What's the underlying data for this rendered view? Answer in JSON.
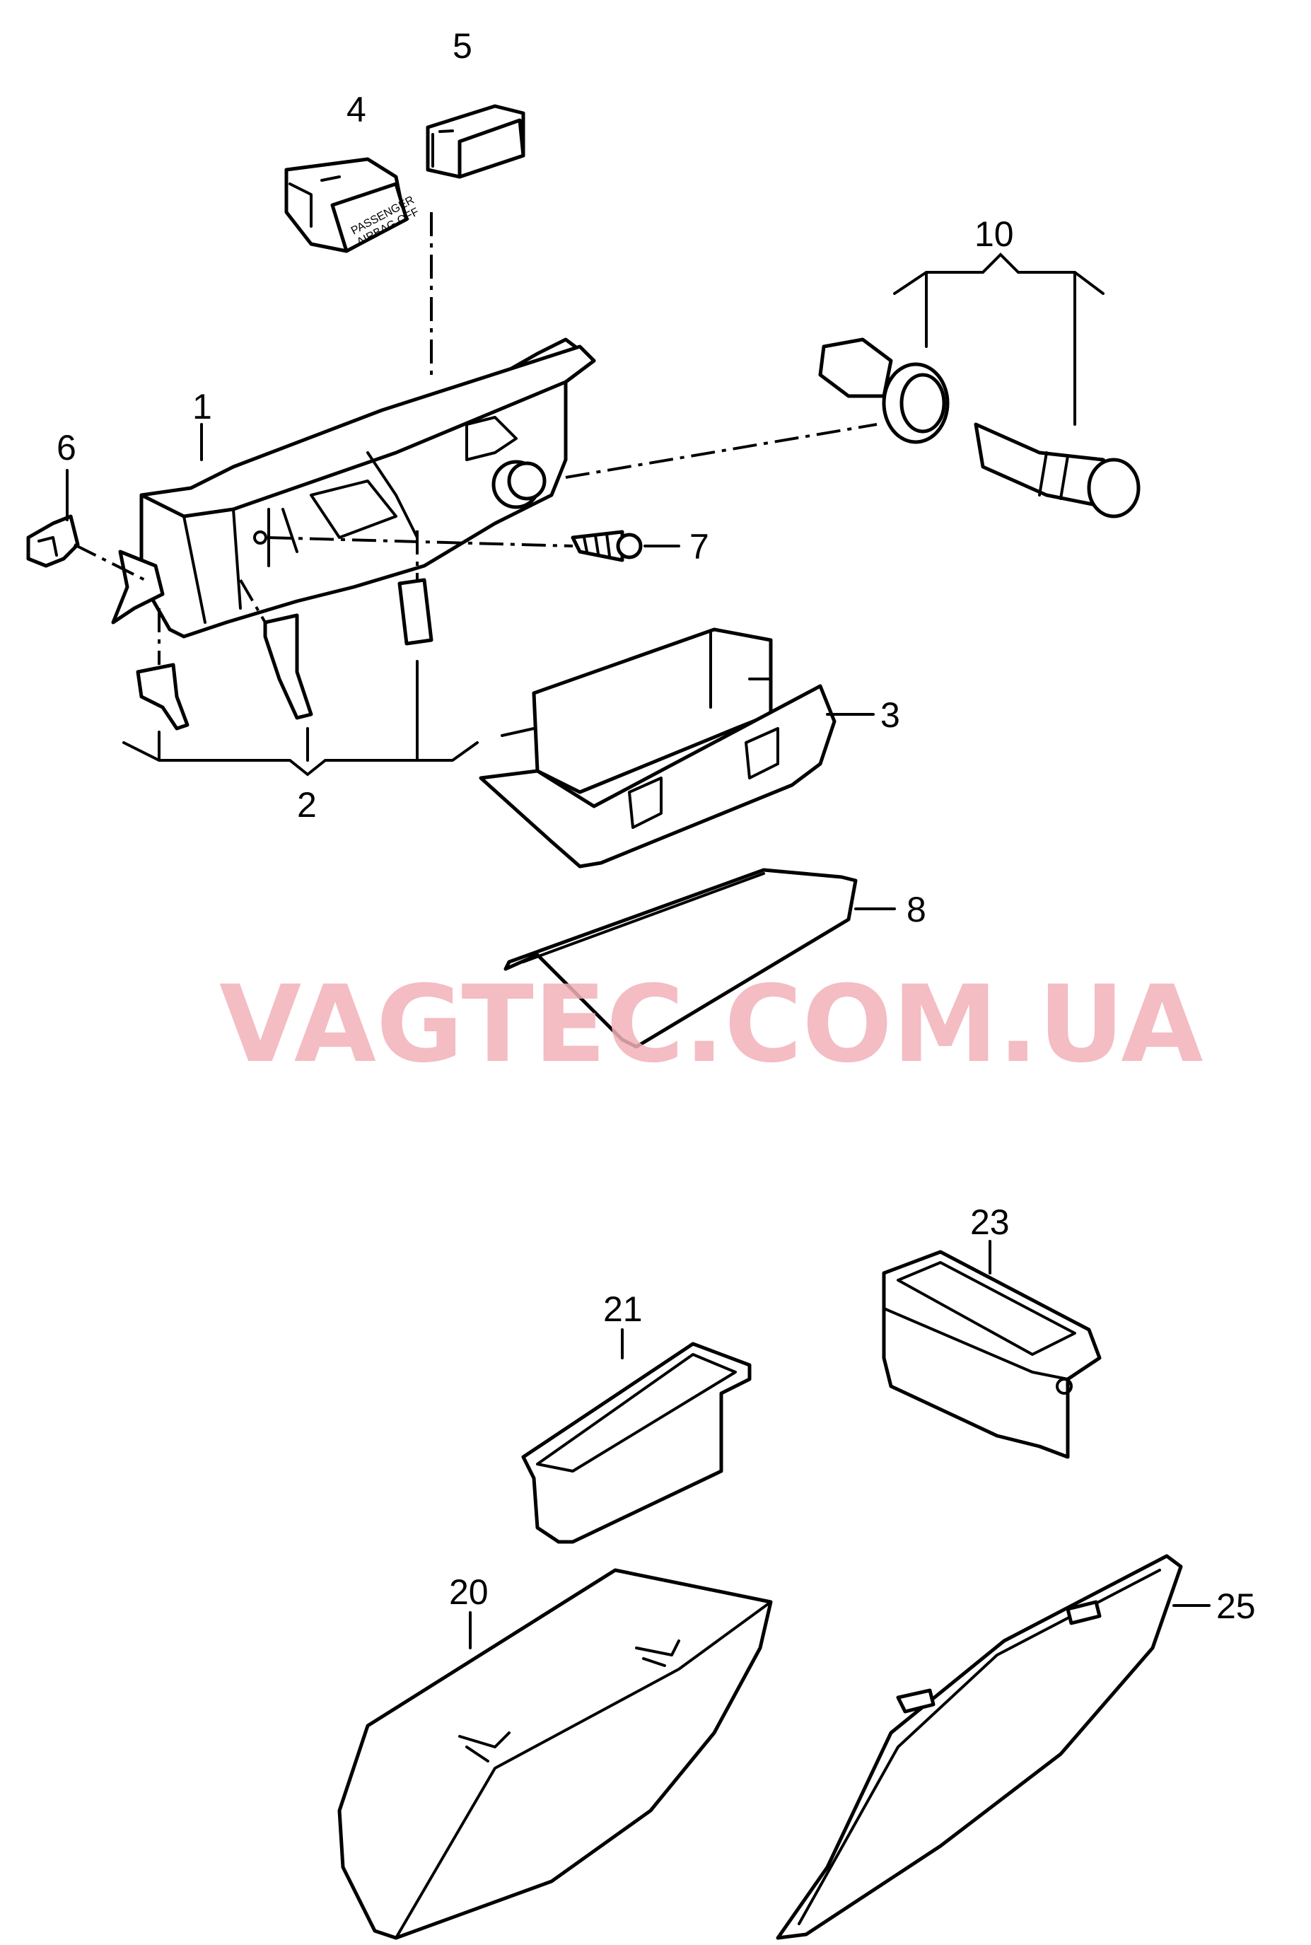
{
  "watermark": "VAGTEC.COM.UA",
  "callouts": {
    "c1": "1",
    "c2": "2",
    "c3": "3",
    "c4": "4",
    "c5": "5",
    "c6": "6",
    "c7": "7",
    "c8": "8",
    "c10": "10",
    "c20": "20",
    "c21": "21",
    "c23": "23",
    "c25": "25"
  },
  "switch_label_line1": "PASSENGER",
  "switch_label_line2": "AIRBAG OFF"
}
